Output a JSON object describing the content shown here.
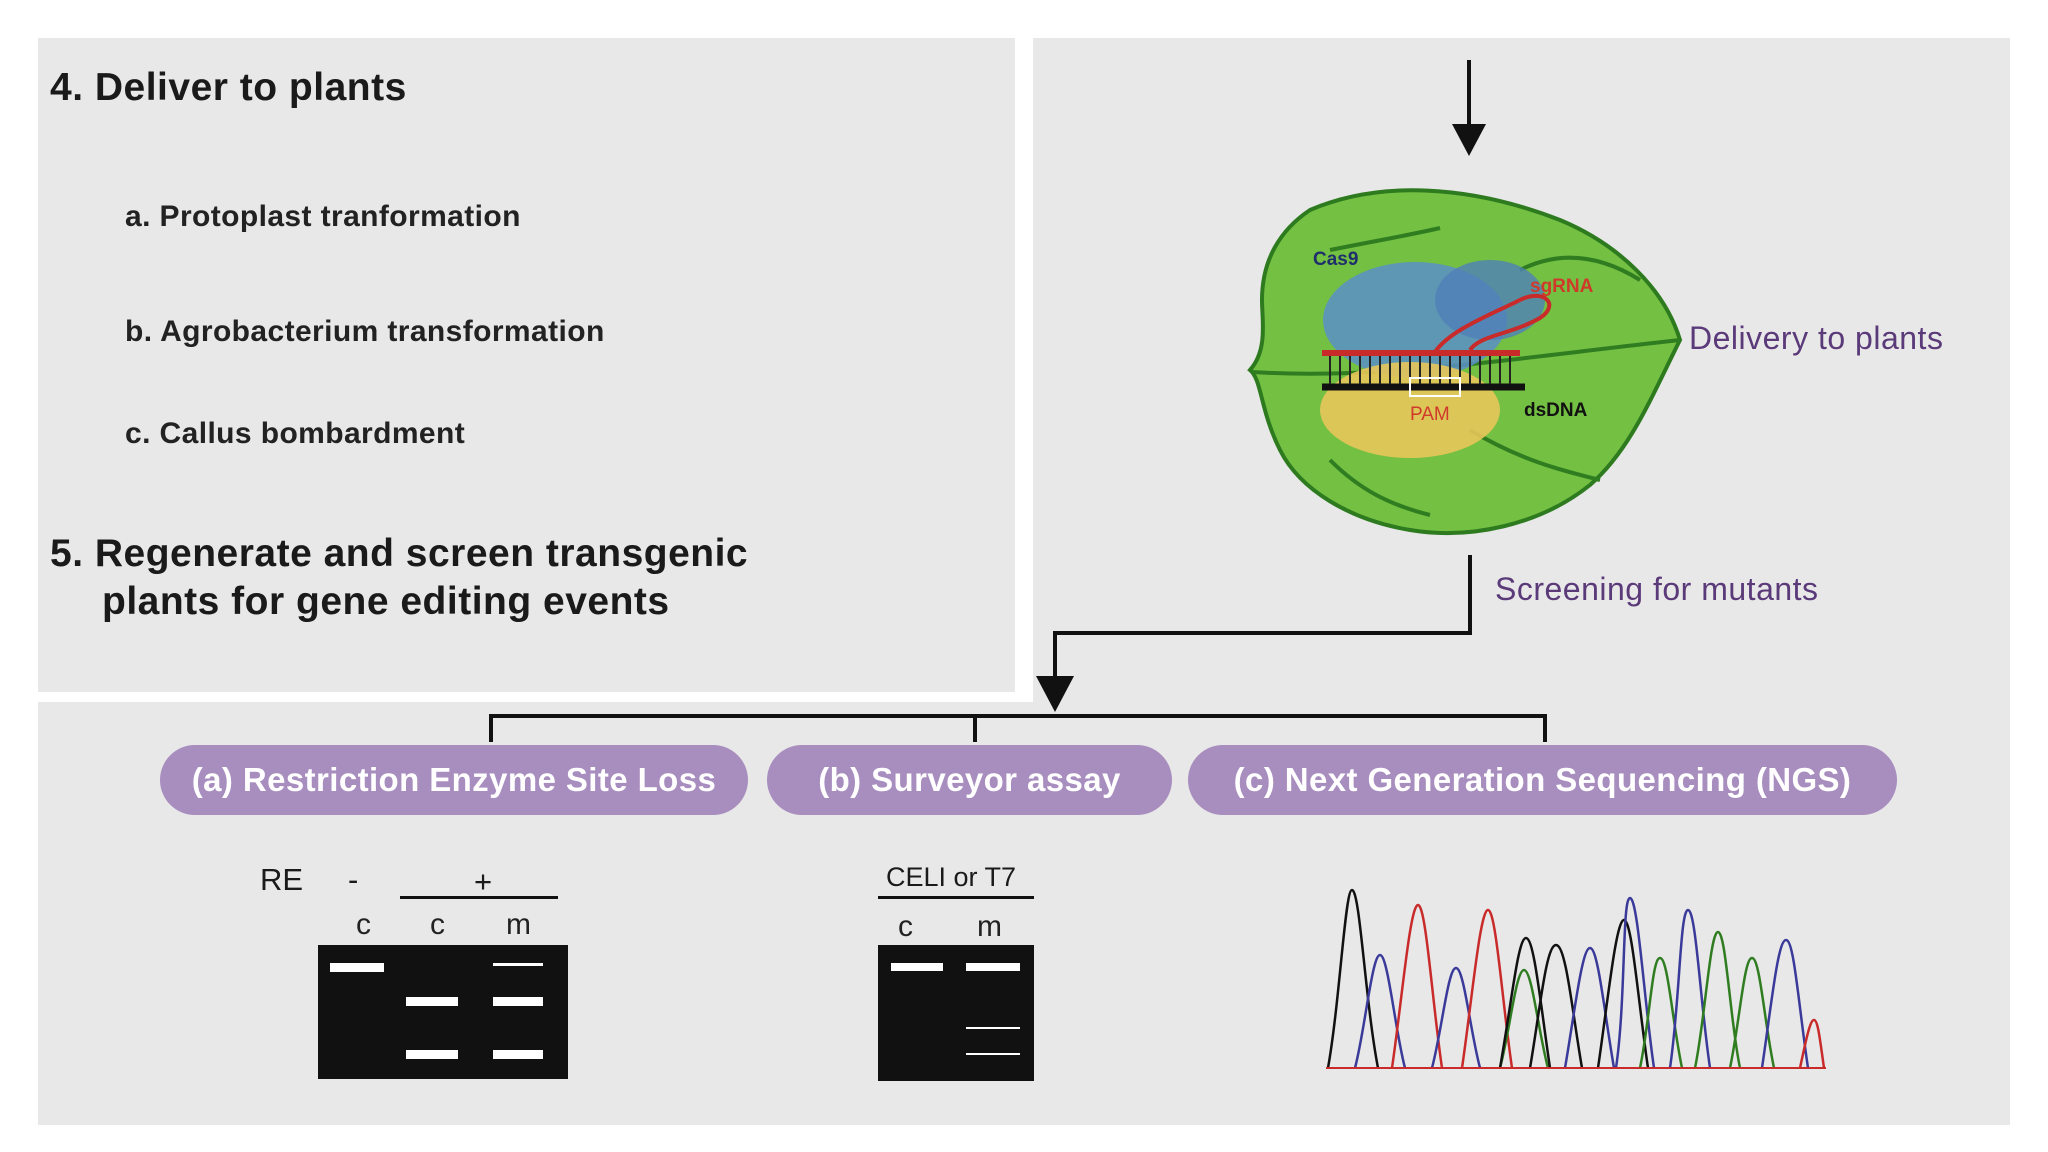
{
  "steps": {
    "deliver": "4. Deliver to plants",
    "items": [
      "a. Protoplast tranformation",
      "b. Agrobacterium transformation",
      "c. Callus bombardment"
    ],
    "regenerate_line1": "5. Regenerate and screen transgenic",
    "regenerate_line2": "plants for gene editing events"
  },
  "leaf": {
    "cas9": "Cas9",
    "sgrna": "sgRNA",
    "pam": "PAM",
    "dsdna": "dsDNA",
    "delivery_label": "Delivery to plants",
    "screening_label": "Screening for mutants"
  },
  "methods": [
    "(a) Restriction Enzyme Site Loss",
    "(b) Surveyor assay",
    "(c) Next Generation Sequencing (NGS)"
  ],
  "gel_a": {
    "re_label": "RE",
    "minus": "-",
    "plus": "+",
    "lanes": [
      "c",
      "c",
      "m"
    ]
  },
  "gel_b": {
    "enzyme_label": "CELI or T7",
    "lanes": [
      "c",
      "m"
    ]
  },
  "colors": {
    "panel": "#e8e8e8",
    "pill": "#a88dbf",
    "leaf": "#6fbf3f",
    "label_purple": "#5b3a7a"
  }
}
